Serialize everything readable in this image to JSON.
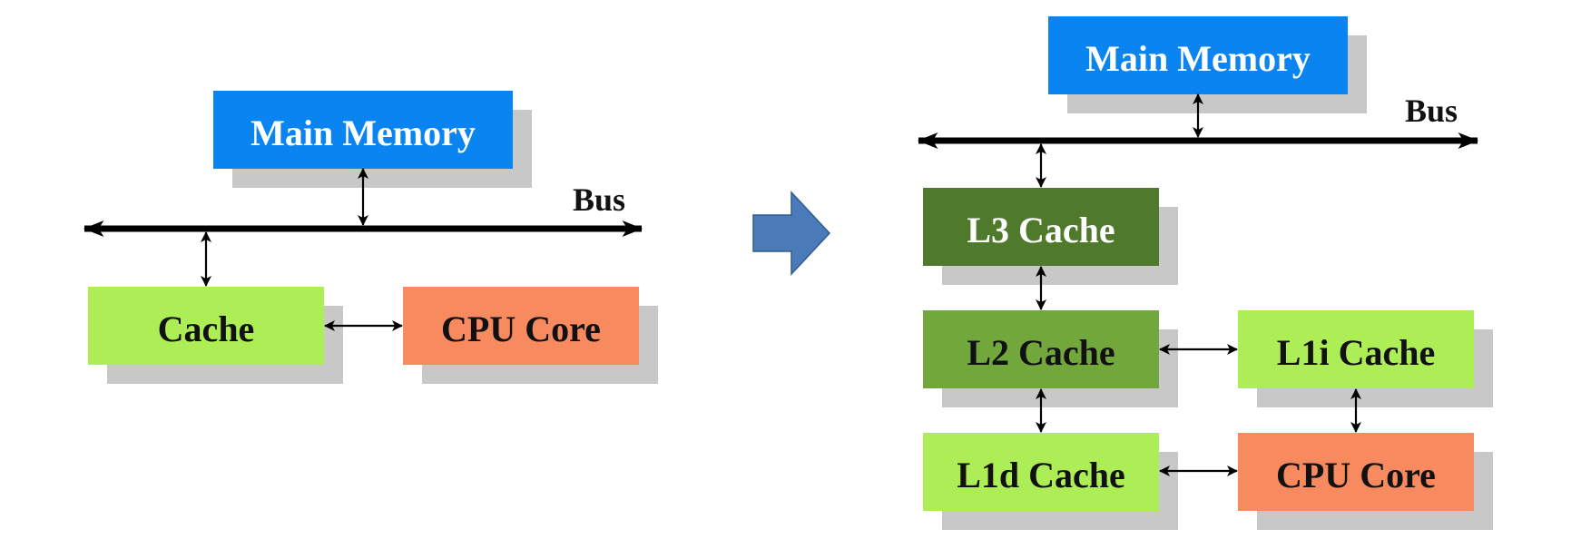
{
  "colors": {
    "main_memory": "#0a84f0",
    "cache_light_green": "#aded55",
    "l2_green": "#72a83b",
    "l3_green": "#4f7a2b",
    "cpu_core": "#f88a60",
    "shadow": "#c8c8c8",
    "transition_arrow": "#4a7ab8",
    "bus": "#000000"
  },
  "left_diagram": {
    "main_memory": "Main Memory",
    "bus": "Bus",
    "cache": "Cache",
    "cpu_core": "CPU Core"
  },
  "right_diagram": {
    "main_memory": "Main Memory",
    "bus": "Bus",
    "l3_cache": "L3 Cache",
    "l2_cache": "L2 Cache",
    "l1i_cache": "L1i Cache",
    "l1d_cache": "L1d Cache",
    "cpu_core": "CPU Core"
  },
  "transition": {
    "icon": "right-block-arrow-icon"
  }
}
